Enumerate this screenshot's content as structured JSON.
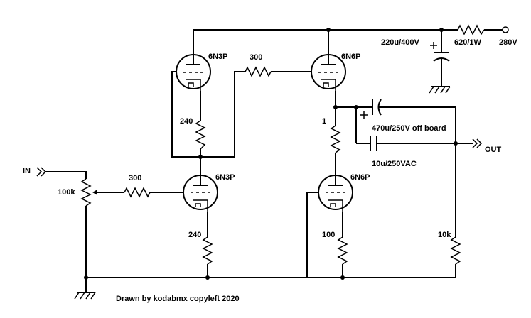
{
  "tubes": {
    "v1_upper": "6N3P",
    "v2_upper": "6N6P",
    "v3_lower": "6N3P",
    "v4_lower": "6N6P"
  },
  "resistors": {
    "r_supply": "620/1W",
    "r_grid_upper": "300",
    "r_grid_input": "300",
    "r_cathode_v1": "240",
    "r_cathode_v3": "240",
    "r_series_1ohm": "1",
    "r_cathode_v4": "100",
    "r_load": "10k",
    "pot_input": "100k"
  },
  "capacitors": {
    "c_supply": "220u/400V",
    "c_output_electrolytic": "470u/250V off board",
    "c_output_film": "10u/250VAC"
  },
  "terminals": {
    "supply_voltage": "280V",
    "input": "IN",
    "output": "OUT"
  },
  "credit": "Drawn by kodabmx copyleft 2020"
}
